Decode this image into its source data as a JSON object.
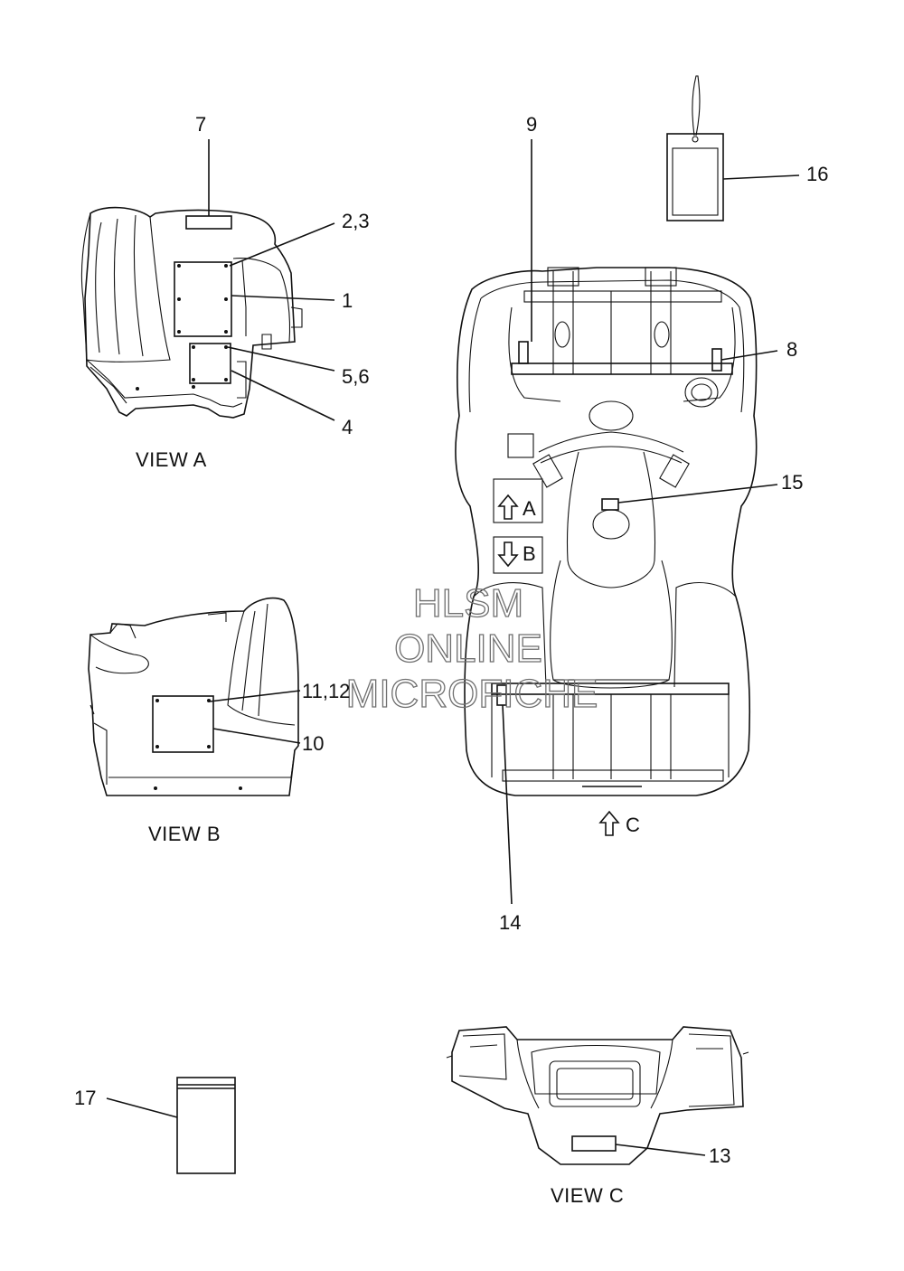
{
  "diagram": {
    "callouts": [
      "7",
      "2,3",
      "1",
      "5,6",
      "4",
      "9",
      "16",
      "8",
      "15",
      "11,12",
      "10",
      "14",
      "17",
      "13"
    ],
    "view_captions": [
      "VIEW A",
      "VIEW B",
      "VIEW C"
    ],
    "arrow_labels": [
      "A",
      "B",
      "C"
    ],
    "watermark": [
      "HLSM",
      "ONLINE",
      "MICROFICHE"
    ]
  }
}
